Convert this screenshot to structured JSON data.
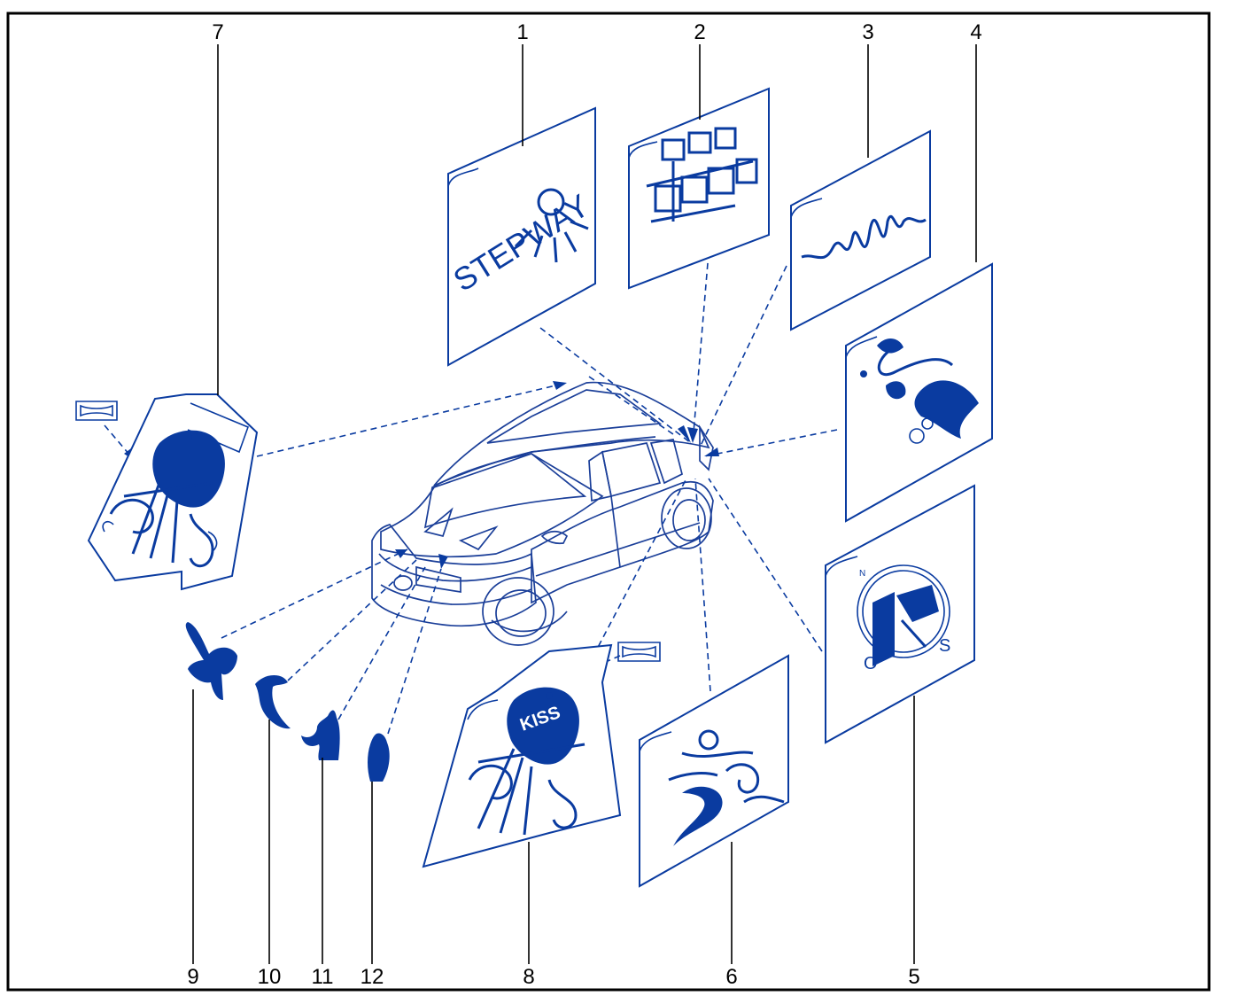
{
  "diagram": {
    "frame_color": "#000000",
    "ink_color": "#0a3ba0",
    "callouts": [
      {
        "id": "1",
        "label": "1"
      },
      {
        "id": "2",
        "label": "2"
      },
      {
        "id": "3",
        "label": "3"
      },
      {
        "id": "4",
        "label": "4"
      },
      {
        "id": "5",
        "label": "5"
      },
      {
        "id": "6",
        "label": "6"
      },
      {
        "id": "7",
        "label": "7"
      },
      {
        "id": "8",
        "label": "8"
      },
      {
        "id": "9",
        "label": "9"
      },
      {
        "id": "10",
        "label": "10"
      },
      {
        "id": "11",
        "label": "11"
      },
      {
        "id": "12",
        "label": "12"
      }
    ],
    "decals": {
      "stepway": {
        "text": "STEPWAY"
      },
      "kiss": {
        "text": "KISS"
      },
      "compass": {
        "north": "N",
        "south": "S",
        "west": "O"
      }
    }
  }
}
